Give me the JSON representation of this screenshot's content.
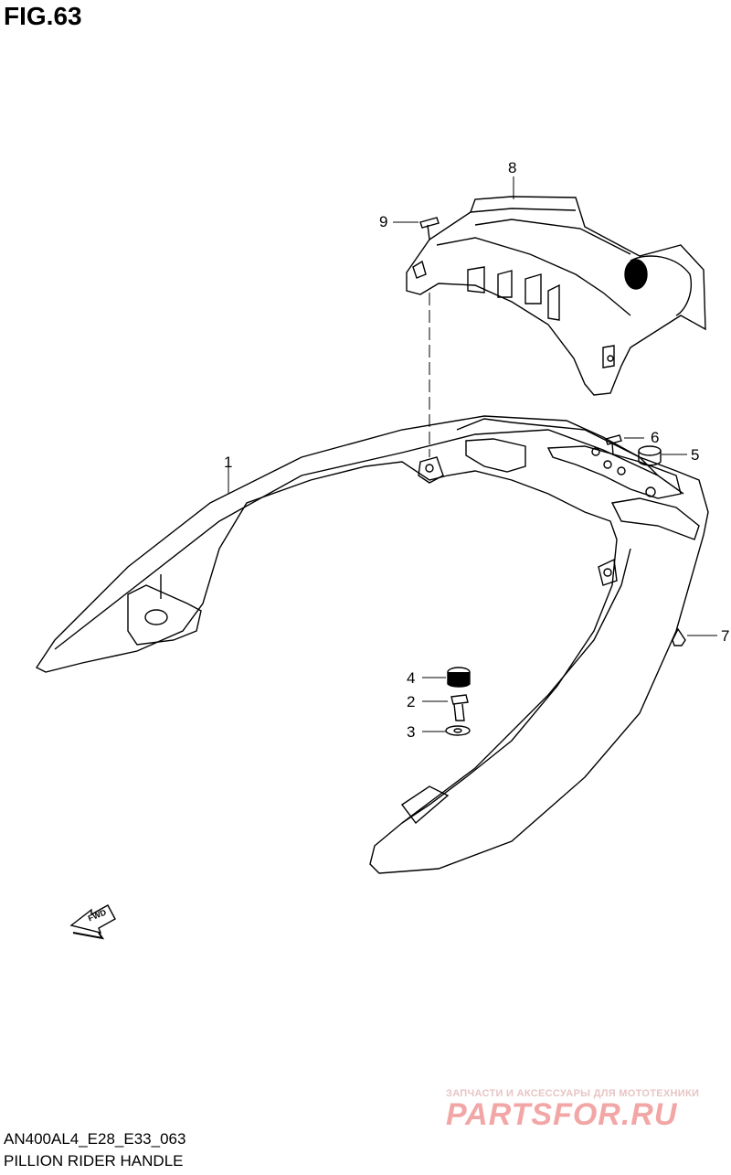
{
  "figure": {
    "title": "FIG.63",
    "code": "AN400AL4_E28_E33_063",
    "caption": "PILLION RIDER HANDLE"
  },
  "callouts": [
    {
      "id": "1",
      "label": "1"
    },
    {
      "id": "2",
      "label": "2"
    },
    {
      "id": "3",
      "label": "3"
    },
    {
      "id": "4",
      "label": "4"
    },
    {
      "id": "5",
      "label": "5"
    },
    {
      "id": "6",
      "label": "6"
    },
    {
      "id": "7",
      "label": "7"
    },
    {
      "id": "8",
      "label": "8"
    },
    {
      "id": "9",
      "label": "9"
    }
  ],
  "direction_indicator": {
    "label": "FWD",
    "icon": "fwd-arrow-icon"
  },
  "watermark": {
    "tagline": "ЗАПЧАСТИ И АКСЕССУАРЫ ДЛЯ МОТОТЕХНИКИ",
    "brand": "PARTSFOR.RU",
    "color": "#f2a6a6"
  }
}
